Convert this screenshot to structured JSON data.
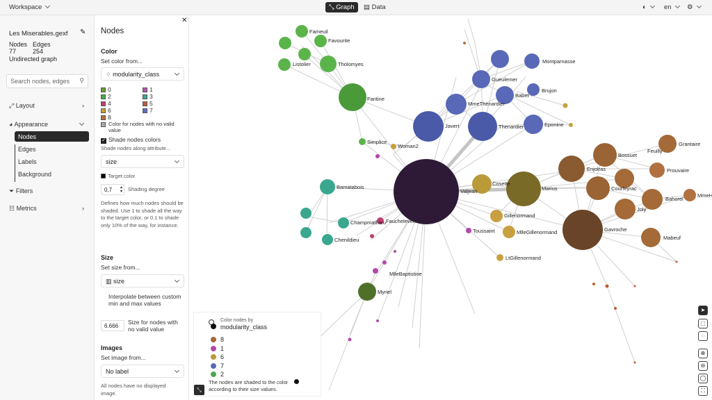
{
  "topbar": {
    "workspace": "Workspace",
    "tab_graph": "Graph",
    "tab_data": "Data",
    "lang": "en"
  },
  "project": {
    "file": "Les Miserables.gexf",
    "nodes_label": "Nodes",
    "nodes": "77",
    "edges_label": "Edges",
    "edges": "254",
    "type": "Undirected graph"
  },
  "search": {
    "placeholder": "Search nodes, edges"
  },
  "nav": {
    "layout": "Layout",
    "appearance": "Appearance",
    "nodes": "Nodes",
    "edges": "Edges",
    "labels": "Labels",
    "background": "Background",
    "filters": "Filters",
    "metrics": "Metrics"
  },
  "panel": {
    "title": "Nodes",
    "color_h": "Color",
    "color_from": "Set color from...",
    "color_value": "modularity_class",
    "classes": [
      {
        "label": "0",
        "color": "#6a9a3a"
      },
      {
        "label": "1",
        "color": "#b655b0"
      },
      {
        "label": "2",
        "color": "#4aa84a"
      },
      {
        "label": "3",
        "color": "#3aa88e"
      },
      {
        "label": "4",
        "color": "#c04070"
      },
      {
        "label": "5",
        "color": "#c05a40"
      },
      {
        "label": "6",
        "color": "#c8a040"
      },
      {
        "label": "7",
        "color": "#6070c0"
      },
      {
        "label": "8",
        "color": "#b07040"
      }
    ],
    "no_valid": "Color for nodes with no valid value",
    "shade_label": "Shade nodes colors",
    "shade_along": "Shade nodes along attribute...",
    "shade_attr": "size",
    "target_color": "Target color",
    "shade_degree_value": "0,7",
    "shade_degree_label": "Shading degree",
    "shade_help": "Defines how much nodes should be shaded. Use 1 to shade all the way to the target color, or 0.1 to shade only 10% of the way, for instance.",
    "size_h": "Size",
    "size_from": "Set size from...",
    "size_value": "size",
    "interp": "Interpolate between custom min and max values",
    "size_no_valid_value": "6.666",
    "size_no_valid": "Size for nodes with no valid value",
    "images_h": "Images",
    "image_from": "Set image from...",
    "image_value": "No label",
    "images_note": "All nodes have no displayed image."
  },
  "legend": {
    "caption": "Color nodes by",
    "attr": "modularity_class",
    "items": [
      {
        "label": "8",
        "color": "#a0683a"
      },
      {
        "label": "1",
        "color": "#b04aa8"
      },
      {
        "label": "6",
        "color": "#b89a38"
      },
      {
        "label": "7",
        "color": "#5a68b8"
      },
      {
        "label": "2",
        "color": "#4aa84a"
      }
    ],
    "note": "The nodes are shaded to the color according to their size values."
  },
  "graph_labels": {
    "fameuil": "Fameuil",
    "favourite": "Favourite",
    "listolier": "Listolier",
    "tholomyes": "Tholomyes",
    "fantine": "Fantine",
    "simplice": "Simplice",
    "woman2": "Woman2",
    "bamatabois": "Bamatabois",
    "champmathieu": "Champmathieu",
    "fauchelevent": "Fauchelevent",
    "chenildieu": "Chenildieu",
    "mllebaptistine": "MlleBaptistine",
    "myriel": "Myriel",
    "valjean": "Valjean",
    "javert": "Javert",
    "thenardier": "Thenardier",
    "mmethenardier": "MmeThenardier",
    "gueulemer": "Gueulemer",
    "babet": "Babet",
    "brujon": "Brujon",
    "montparnasse": "Montparnasse",
    "eponine": "Eponine",
    "cosette": "Cosette",
    "marius": "Marius",
    "gillenormand": "Gillenormand",
    "toussaint": "Toussaint",
    "mllegillenormand": "MlleGillenormand",
    "ltgillenormand": "LtGillenormand",
    "gavroche": "Gavroche",
    "enjolras": "Enjolras",
    "bossuet": "Bossuet",
    "feuilly": "Feuilly",
    "grantaire": "Grantaire",
    "prouvaire": "Prouvaire",
    "courfeyrac": "Courfeyrac",
    "bahorel": "Bahorel",
    "joly": "Joly",
    "mabeuf": "Mabeuf",
    "mmehucheloup": "MmeH"
  }
}
